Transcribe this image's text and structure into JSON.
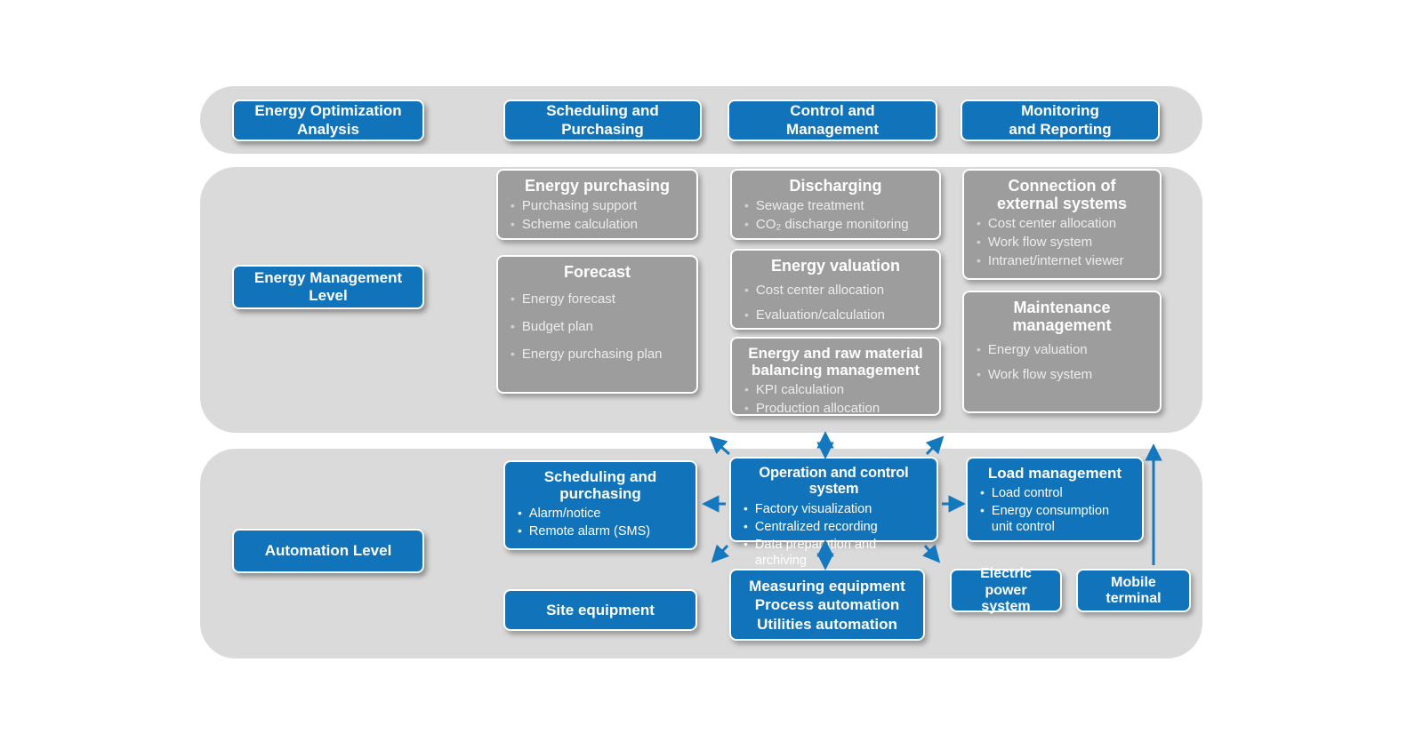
{
  "colors": {
    "accent_blue": "#1173b9",
    "gray_box": "#9d9d9d",
    "band_gray": "#dadada",
    "arrow_blue": "#1478bf"
  },
  "header_row": [
    {
      "label": "Energy Optimization\nAnalysis"
    },
    {
      "label": "Scheduling and\nPurchasing"
    },
    {
      "label": "Control and\nManagement"
    },
    {
      "label": "Monitoring\nand Reporting"
    }
  ],
  "management_level": {
    "label": "Energy Management\nLevel",
    "boxes": [
      {
        "title": "Energy purchasing",
        "items": [
          "Purchasing support",
          "Scheme calculation"
        ]
      },
      {
        "title": "Forecast",
        "items": [
          "Energy forecast",
          "Budget plan",
          "Energy purchasing plan"
        ]
      },
      {
        "title": "Discharging",
        "items": [
          "Sewage treatment",
          "CO₂ discharge monitoring"
        ]
      },
      {
        "title": "Energy valuation",
        "items": [
          "Cost center allocation",
          "Evaluation/calculation"
        ]
      },
      {
        "title": "Energy and raw material\nbalancing management",
        "items": [
          "KPI calculation",
          "Production allocation"
        ]
      },
      {
        "title": "Connection of\nexternal systems",
        "items": [
          "Cost center allocation",
          "Work flow system",
          "Intranet/internet viewer"
        ]
      },
      {
        "title": "Maintenance\nmanagement",
        "items": [
          "Energy valuation",
          "Work flow system"
        ]
      }
    ]
  },
  "automation_level": {
    "label": "Automation Level",
    "boxes": [
      {
        "title": "Scheduling and\npurchasing",
        "items": [
          "Alarm/notice",
          "Remote alarm (SMS)"
        ]
      },
      {
        "title": "Operation and control system",
        "items": [
          "Factory visualization",
          "Centralized recording",
          "Data preparation and archiving"
        ]
      },
      {
        "title": "Load management",
        "items": [
          "Load control",
          "Energy consumption unit control"
        ]
      },
      {
        "title": "Site equipment"
      },
      {
        "title": "Measuring equipment\nProcess automation\nUtilities automation"
      },
      {
        "title": "Electric power\nsystem"
      },
      {
        "title": "Mobile\nterminal"
      }
    ]
  }
}
